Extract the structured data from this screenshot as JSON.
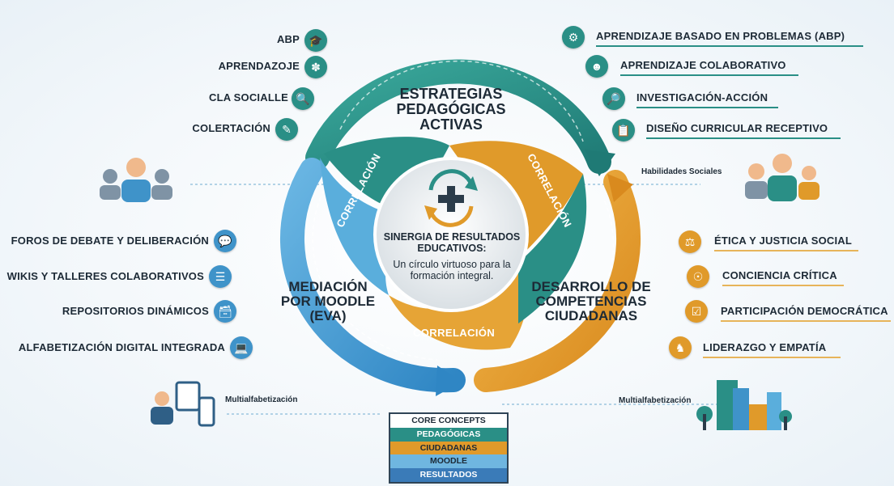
{
  "segments": {
    "top": "ESTRATEGIAS PEDAGÓGICAS ACTIVAS",
    "left": "MEDIACIÓN POR MOODLE (EVA)",
    "right": "DESARROLLO DE COMPETENCIAS CIUDADANAS"
  },
  "correlation_label": "CORRELACIÓN",
  "center": {
    "title": "SINERGIA DE RESULTADOS EDUCATIVOS:",
    "subtitle": "Un círculo virtuoso para la formación integral."
  },
  "left_top_items": [
    "ABP",
    "APRENDAZOJE",
    "CLA SOCIALLE",
    "COLERTACIÓN"
  ],
  "right_top_items": [
    "APRENDIZAJE BASADO EN PROBLEMAS (ABP)",
    "APRENDIZAJE COLABORATIVO",
    "INVESTIGACIÓN-ACCIÓN",
    "DISEÑO CURRICULAR RECEPTIVO"
  ],
  "left_bottom_items": [
    "FOROS DE DEBATE Y DELIBERACIÓN",
    "WIKIS Y TALLERES COLABORATIVOS",
    "REPOSITORIOS DINÁMICOS",
    "ALFABETIZACIÓN DIGITAL INTEGRADA"
  ],
  "right_bottom_items": [
    "ÉTICA Y JUSTICIA SOCIAL",
    "CONCIENCIA CRÍTICA",
    "PARTICIPACIÓN DEMOCRÁTICA",
    "LIDERAZGO Y EMPATÍA"
  ],
  "side_labels": {
    "habilidades": "Habilidades Sociales",
    "multi_left": "Multialfabetización",
    "multi_right": "Multialfabetización"
  },
  "legend": {
    "header": "CORE CONCEPTS",
    "items": [
      "PEDAGÓGICAS",
      "CIUDADANAS",
      "MOODLE",
      "RESULTADOS"
    ]
  },
  "colors": {
    "teal": "#2a8f86",
    "orange": "#e09a2a",
    "blue": "#3f93c9"
  },
  "icons": {
    "left_top": [
      "graduation-cap-icon",
      "network-icon",
      "chat-search-icon",
      "document-edit-icon"
    ],
    "right_top": [
      "gear-bulb-icon",
      "team-icon",
      "magnifier-icon",
      "curriculum-icon"
    ],
    "left_bottom": [
      "forum-icon",
      "wiki-icon",
      "repository-icon",
      "digital-literacy-icon"
    ],
    "right_bottom": [
      "justice-scale-icon",
      "mind-icon",
      "democracy-icon",
      "leader-icon"
    ]
  }
}
